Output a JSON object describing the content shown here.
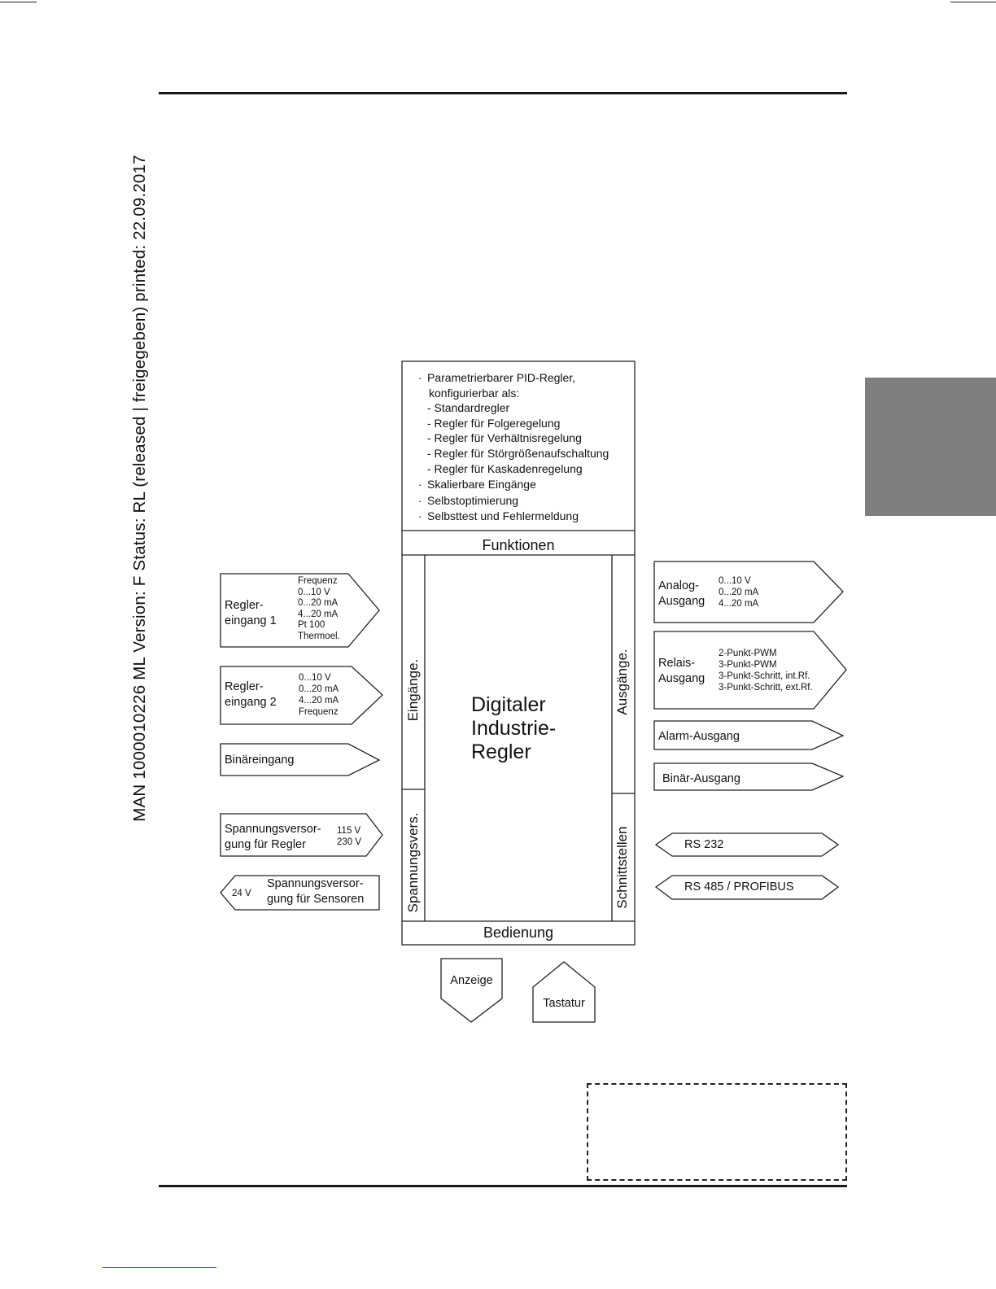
{
  "meta": {
    "side_text": "MAN  1000010226  ML  Version: F  Status: RL (released | freigegeben)  printed: 22.09.2017"
  },
  "diagram": {
    "functions": [
      {
        "text": "Parametrierbarer PID-Regler,",
        "level": 0,
        "bullet": true
      },
      {
        "text": "konfigurierbar als:",
        "level": 1,
        "bullet": false
      },
      {
        "text": "- Standardregler",
        "level": 1,
        "bullet": false
      },
      {
        "text": "- Regler für Folgeregelung",
        "level": 1,
        "bullet": false
      },
      {
        "text": "- Regler für Verhältnisregelung",
        "level": 1,
        "bullet": false
      },
      {
        "text": "- Regler für Störgrößenaufschaltung",
        "level": 1,
        "bullet": false
      },
      {
        "text": "- Regler für Kaskadenregelung",
        "level": 1,
        "bullet": false
      },
      {
        "text": "Skalierbare Eingänge",
        "level": 0,
        "bullet": true
      },
      {
        "text": "Selbstoptimierung",
        "level": 0,
        "bullet": true
      },
      {
        "text": "Selbsttest und Fehlermeldung",
        "level": 0,
        "bullet": true
      }
    ],
    "bullet_char": "·",
    "funktionen_label": "Funktionen",
    "bedienung_label": "Bedienung",
    "eingaenge_label": "Eingänge.",
    "spannungsvers_label": "Spannungsvers.",
    "ausgaenge_label": "Ausgänge.",
    "schnittstellen_label": "Schnittstellen",
    "center_title": [
      "Digitaler",
      "Industrie-",
      "Regler"
    ],
    "inputs": {
      "regler1": {
        "name": [
          "Regler-",
          "eingang 1"
        ],
        "signals": [
          "Frequenz",
          "0...10 V",
          "0...20 mA",
          "4...20 mA",
          "Pt 100",
          "Thermoel."
        ]
      },
      "regler2": {
        "name": [
          "Regler-",
          "eingang 2"
        ],
        "signals": [
          "0...10 V",
          "0...20 mA",
          "4...20 mA",
          "Frequenz"
        ]
      },
      "binaer": {
        "name": "Binäreingang"
      },
      "power_regler": {
        "name": [
          "Spannungsversor-",
          "gung für Regler"
        ],
        "signals": [
          "115 V",
          "230 V"
        ]
      },
      "power_sensor": {
        "name": [
          "Spannungsversor-",
          "gung für Sensoren"
        ],
        "signal": "24 V"
      }
    },
    "outputs": {
      "analog": {
        "name": [
          "Analog-",
          "Ausgang"
        ],
        "signals": [
          "0...10 V",
          "0...20 mA",
          "4...20 mA"
        ]
      },
      "relais": {
        "name": [
          "Relais-",
          "Ausgang"
        ],
        "signals": [
          "2-Punkt-PWM",
          "3-Punkt-PWM",
          "3-Punkt-Schritt, int.Rf.",
          "3-Punkt-Schritt, ext.Rf."
        ]
      },
      "alarm": {
        "name": "Alarm-Ausgang"
      },
      "binaer": {
        "name": "Binär-Ausgang"
      },
      "rs232": {
        "name": "RS 232"
      },
      "rs485": {
        "name": "RS 485 / PROFIBUS"
      }
    },
    "operation": {
      "anzeige": "Anzeige",
      "tastatur": "Tastatur"
    }
  }
}
